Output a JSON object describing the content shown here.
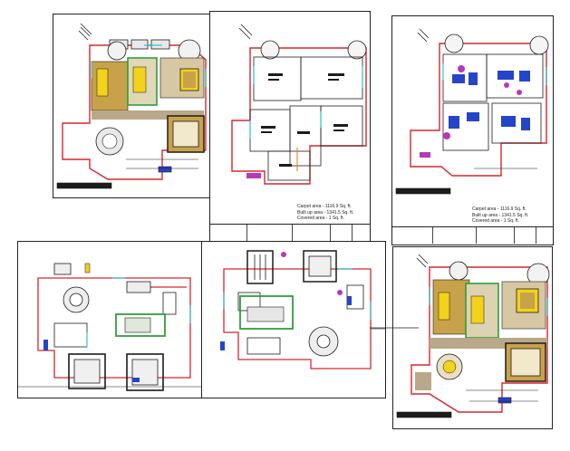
{
  "drawing": {
    "sheets": [
      {
        "id": "sheet-1",
        "kind": "color-plan"
      },
      {
        "id": "sheet-2",
        "kind": "room-layout"
      },
      {
        "id": "sheet-3",
        "kind": "furniture-layout"
      },
      {
        "id": "sheet-4",
        "kind": "ground-plan"
      },
      {
        "id": "sheet-5",
        "kind": "upper-plan"
      },
      {
        "id": "sheet-6",
        "kind": "color-plan"
      }
    ],
    "area_notes": {
      "sheet_2": [
        "Carpet area - 1116.9 Sq. ft.",
        "Built up area - 1341.5 Sq. ft.",
        "Covered area - 1 Sq. ft."
      ],
      "sheet_3": [
        "Carpet area - 1116.9 Sq. ft.",
        "Built up area - 1341.5 Sq. ft.",
        "Covered area - 1 Sq. ft."
      ]
    },
    "colors": {
      "wall_red": "#d9262b",
      "cyan": "#2ec7d6",
      "green": "#2f9e3a",
      "yellow": "#f2d21b",
      "tan": "#d8c7a3",
      "gold": "#c8a24a",
      "purple": "#b43ab8",
      "blue": "#2545c8",
      "dark": "#1c1c1c",
      "orange": "#e38a2a"
    }
  }
}
